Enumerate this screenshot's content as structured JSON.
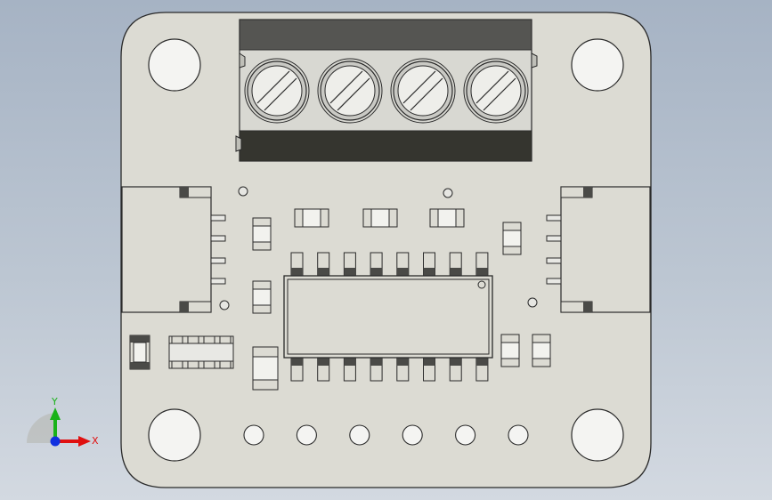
{
  "viewport": {
    "description_name": "cad-3d-viewport",
    "background_top": "#a6b3c4",
    "background_bottom": "#d3d9e1"
  },
  "colors": {
    "pcb": "#dcdbd3",
    "outline": "#2a2a2a",
    "terminal_dark": "#4a4a47",
    "terminal_darker": "#34342f",
    "hole": "#f4f4f2",
    "screw": "#c9c9c4",
    "axis_x": "#e01010",
    "axis_y": "#19b219",
    "axis_z": "#1030e0"
  },
  "triad": {
    "x_label": "X",
    "y_label": "Y"
  },
  "terminal_block": {
    "screw_count": 4,
    "icon": "screw-terminal-icon"
  },
  "ic": {
    "pins_per_side": 8,
    "icon": "soic-16-ic"
  },
  "bottom_header": {
    "hole_count": 6
  }
}
